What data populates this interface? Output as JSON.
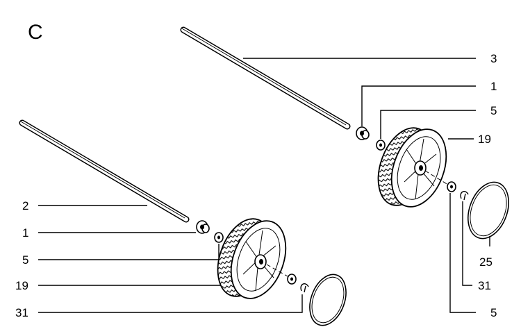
{
  "figure": {
    "section_letter": "C",
    "callouts": {
      "upper_axle": "3",
      "upper_bushing": "1",
      "upper_washer_inner": "5",
      "upper_wheel": "19",
      "upper_cap": "25",
      "upper_clip": "31",
      "upper_washer_outer": "5",
      "lower_axle": "2",
      "lower_bushing": "1",
      "lower_washer_inner": "5",
      "lower_wheel": "19",
      "lower_clip": "31"
    }
  }
}
